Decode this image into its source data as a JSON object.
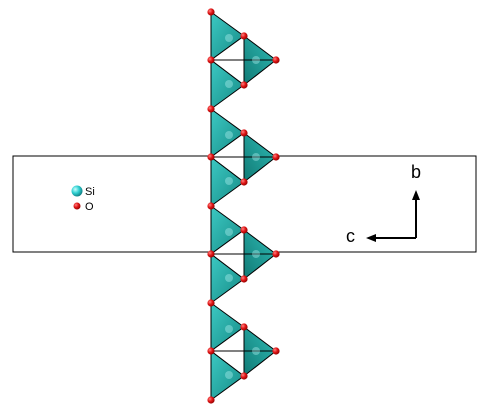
{
  "legend": {
    "items": [
      {
        "atom": "Si",
        "label": "Si",
        "color": "#30d0d0"
      },
      {
        "atom": "O",
        "label": "O",
        "color": "#dd1111"
      }
    ]
  },
  "axes": {
    "vertical_label": "b",
    "horizontal_label": "c"
  },
  "colors": {
    "tetra_light": "#2bb5b0",
    "tetra_dark": "#1a8f8a",
    "oxygen": "#dd1111",
    "si": "#30d0d0",
    "cell_outline": "#000000"
  },
  "structure": {
    "type": "SiO4 tetrahedral chain",
    "repeat_units": 4
  }
}
